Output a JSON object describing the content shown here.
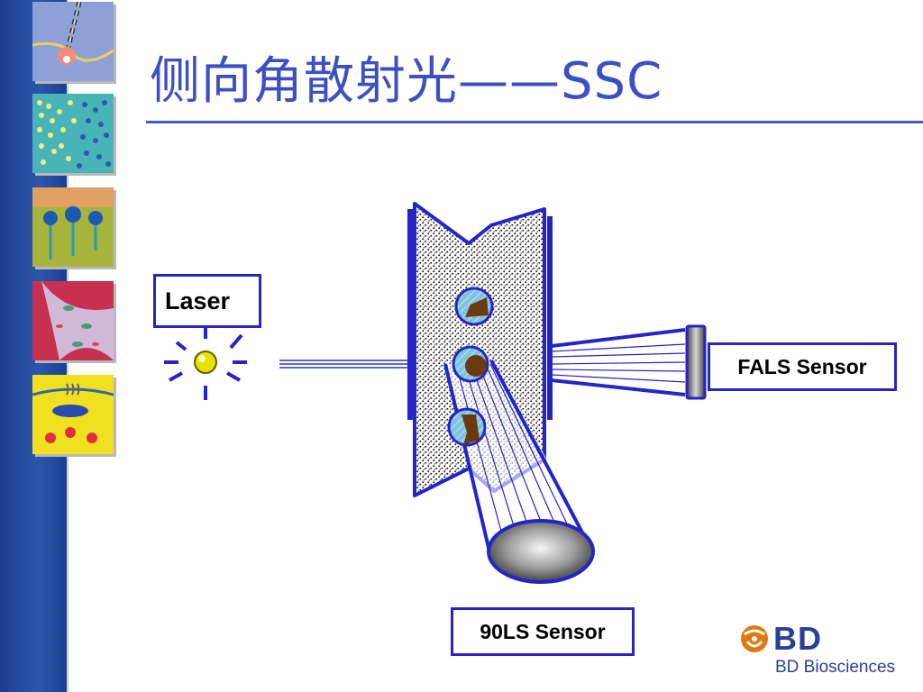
{
  "slide": {
    "title": "侧向角散射光——SSC"
  },
  "labels": {
    "laser": "Laser",
    "fals_sensor": "FALS Sensor",
    "ls90_sensor": "90LS Sensor"
  },
  "logo": {
    "wordmark": "BD",
    "subtitle": "BD Biosciences"
  },
  "colors": {
    "title": "#3d4fc4",
    "accent_blue": "#2424c8",
    "left_bar": "#2b56ad",
    "cell_fill": "#7ec3e0",
    "nucleus": "#6b3a10",
    "laser_dot": "#e8e000",
    "logo": "#2a3f9a",
    "logo_mark": "#e07a10"
  }
}
